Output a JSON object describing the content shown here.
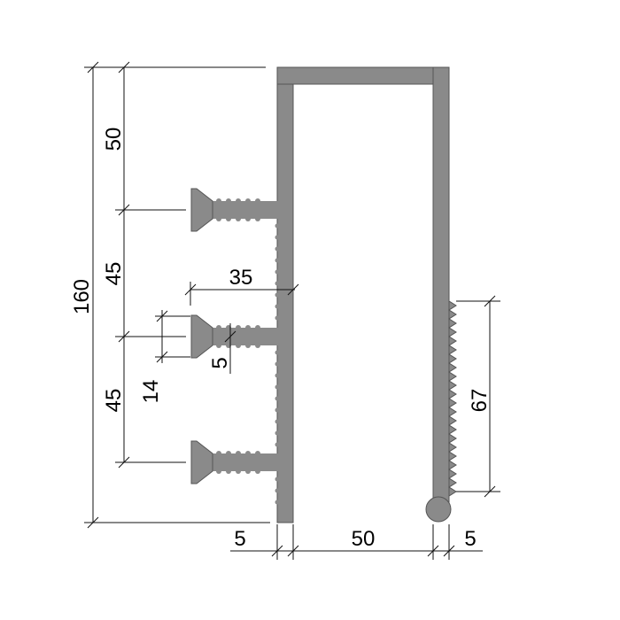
{
  "drawing": {
    "fill_color": "#8a8a8a",
    "dimensions": {
      "total_height": "160",
      "top_segment": "50",
      "middle_segment": "45",
      "bottom_segment": "45",
      "anchor_width": "35",
      "anchor_pitch": "14",
      "rib_thickness": "5",
      "serration_length": "67",
      "left_wall": "5",
      "gap_width": "50",
      "right_wall": "5"
    }
  }
}
